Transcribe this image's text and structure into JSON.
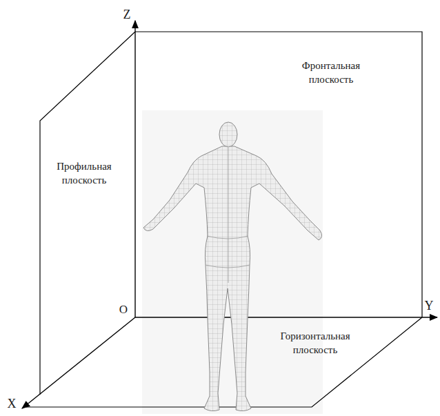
{
  "diagram": {
    "labels": [
      "Z",
      "Фронтальная плоскость",
      "Профильная плоскость",
      "O",
      "Y",
      "Горизонтальная плоскость",
      "X"
    ]
  }
}
